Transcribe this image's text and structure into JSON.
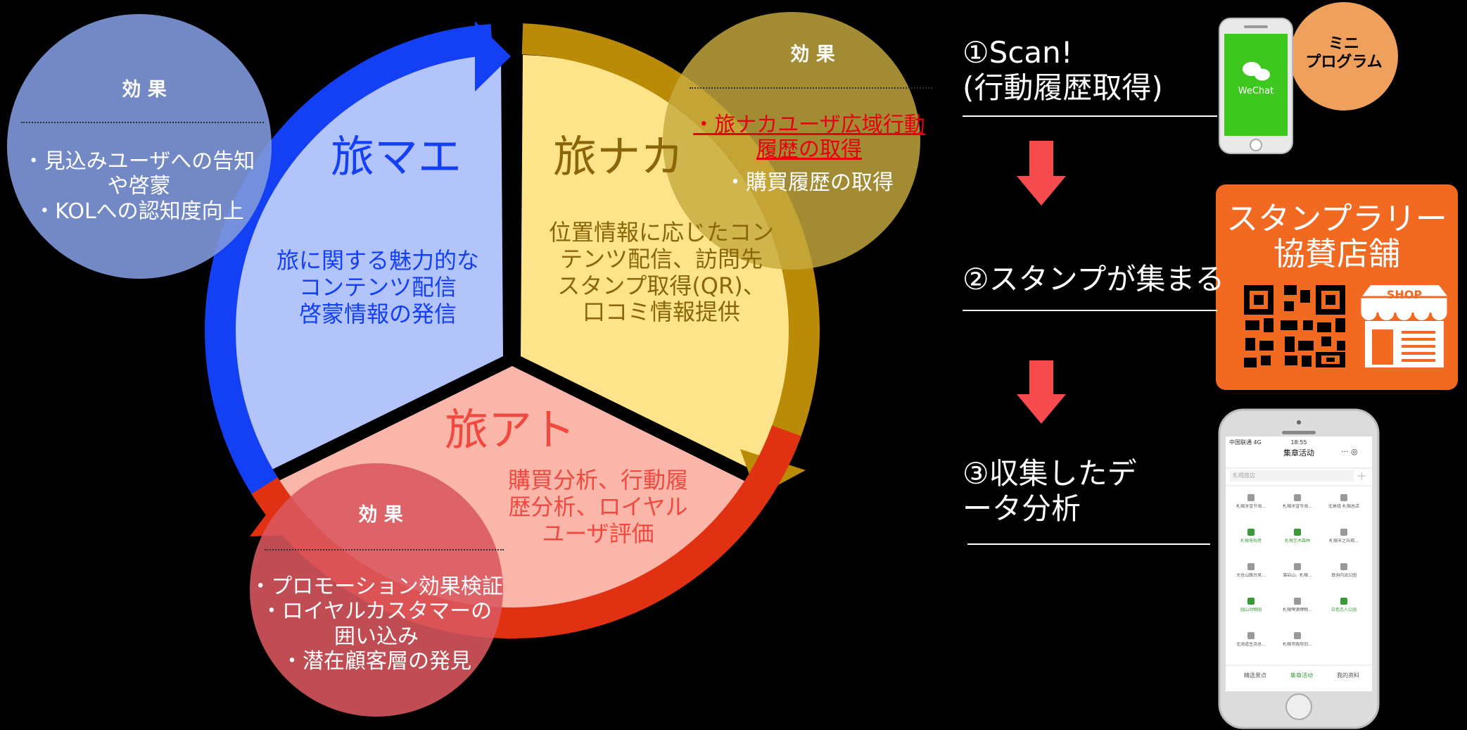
{
  "colors": {
    "background": "#000000",
    "before_blue": "#1340f5",
    "before_fill": "#b3c4fb",
    "during_gold": "#b98b06",
    "during_fill": "#fde48a",
    "after_red": "#e03212",
    "after_fill": "#fbb6aa",
    "effect_blue": "#7f98dc",
    "effect_gold": "#c6a93e",
    "effect_red": "#d9585f",
    "arrow_down": "#f74b4f",
    "sponsor_orange": "#f26a21",
    "mini_orange": "#eea05c",
    "wechat_green": "#3ec81f"
  },
  "cycle": {
    "before": {
      "title": "旅マエ",
      "desc": [
        "旅に関する魅力的な",
        "コンテンツ配信",
        "啓蒙情報の発信"
      ]
    },
    "during": {
      "title": "旅ナカ",
      "desc": [
        "位置情報に応じたコン",
        "テンツ配信、訪問先",
        "スタンプ取得(QR)、",
        "口コミ情報提供"
      ]
    },
    "after": {
      "title": "旅アト",
      "desc": [
        "購買分析、行動履",
        "歴分析、ロイヤル",
        "ユーザ評価"
      ]
    }
  },
  "effects": {
    "before": {
      "heading": "効 果",
      "items": [
        "・見込みユーザへの告知",
        "や啓蒙",
        "・KOLへの認知度向上"
      ]
    },
    "during": {
      "heading": "効 果",
      "highlight": [
        "・旅ナカユーザ広域行動",
        "履歴の取得"
      ],
      "items": [
        "・購買履歴の取得"
      ]
    },
    "after": {
      "heading": "効 果",
      "items": [
        "・プロモーション効果検証",
        "・ロイヤルカスタマーの",
        "囲い込み",
        "・潜在顧客層の発見"
      ]
    }
  },
  "steps": {
    "step1": [
      "①Scan!",
      "(行動履歴取得)"
    ],
    "step2": "②スタンプが集まる",
    "step3": [
      "③収集したデ",
      "ータ分析"
    ]
  },
  "wechat_label": "WeChat",
  "mini_program": [
    "ミニ",
    "プログラム"
  ],
  "sponsor": {
    "title": [
      "スタンプラリー",
      "協賛店舗"
    ],
    "shop_label": "SHOP"
  },
  "phone_app": {
    "status_left": "中国联通 4G",
    "status_time": "18:55",
    "title": "集章活动",
    "search_placeholder": "札幌旅店",
    "grid": [
      "札幌冰雪节海...",
      "札幌冰雪节海...",
      "北景组 札幌总店",
      "札幌电视塔",
      "札幌艺术森林",
      "札幌羊之丘观...",
      "大仓山跳台竞...",
      "藻岩山、札幌...",
      "真驹内泷公园",
      "圆山动物园",
      "札幌啤酒博物...",
      "白色恋人公园",
      "北海道生活总...",
      "札幌市政府旧..."
    ],
    "tabs": [
      "精选景点",
      "集章活动",
      "我的资料"
    ]
  }
}
